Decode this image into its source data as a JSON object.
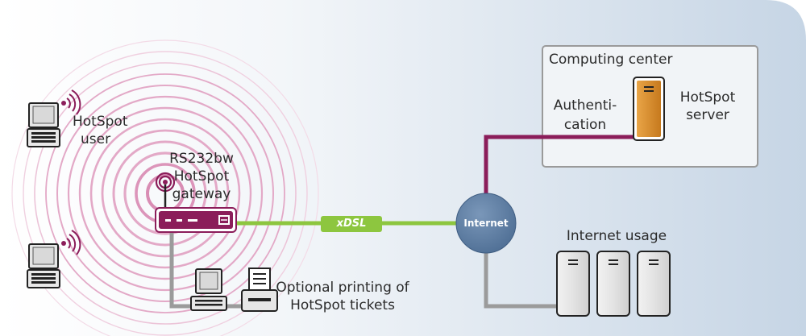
{
  "labels": {
    "hotspot_user_1": "HotSpot",
    "hotspot_user_2": "user",
    "gateway_1": "RS232bw",
    "gateway_2": "HotSpot",
    "gateway_3": "gateway",
    "xdsl": "xDSL",
    "internet": "Internet",
    "computing_center": "Computing center",
    "auth_1": "Authenti-",
    "auth_2": "cation",
    "server_1": "HotSpot",
    "server_2": "server",
    "internet_usage": "Internet usage",
    "printing_1": "Optional printing of",
    "printing_2": "HotSpot tickets"
  },
  "colors": {
    "background_panel": "#d3deea",
    "maroon": "#8b1d5a",
    "green": "#8dc63f",
    "gray_line": "#9b9b9b",
    "internet_circle": "#5d7ea5",
    "server_orange": "#d68a2b",
    "ring": "#e2a6c6"
  },
  "icons": [
    "laptop-icon",
    "wifi-icon",
    "router-icon",
    "antenna-icon",
    "server-icon",
    "printer-icon",
    "desktop-computer-icon",
    "internet-cloud-icon"
  ]
}
